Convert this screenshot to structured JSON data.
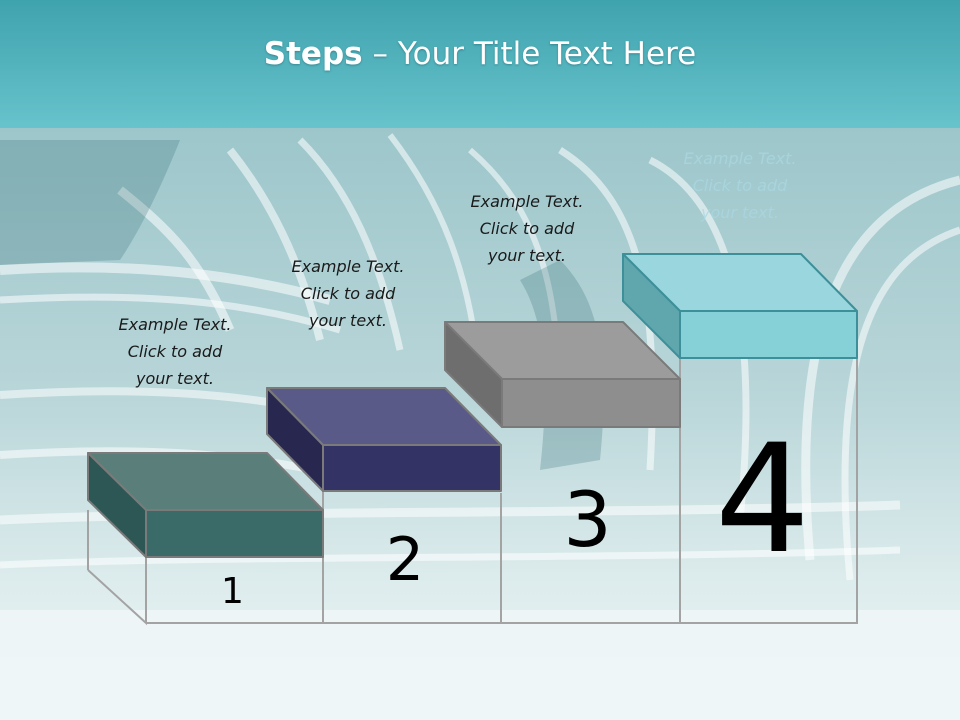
{
  "title": {
    "bold": "Steps",
    "dash": " – ",
    "rest": "Your Title Text Here"
  },
  "colors": {
    "title_bar": "#4fb3bd",
    "step1": "#3b6b68",
    "step2": "#3a3a72",
    "step3": "#8e8e8e",
    "step4": "#86d0d8"
  },
  "steps": [
    {
      "number": "1",
      "line1": "Example Text.",
      "line2": "Click  to add",
      "line3": "your text."
    },
    {
      "number": "2",
      "line1": "Example Text.",
      "line2": "Click  to add",
      "line3": "your text."
    },
    {
      "number": "3",
      "line1": "Example Text.",
      "line2": "Click  to add",
      "line3": "your text."
    },
    {
      "number": "4",
      "line1": "Example Text.",
      "line2": "Click  to add",
      "line3": "your text."
    }
  ]
}
